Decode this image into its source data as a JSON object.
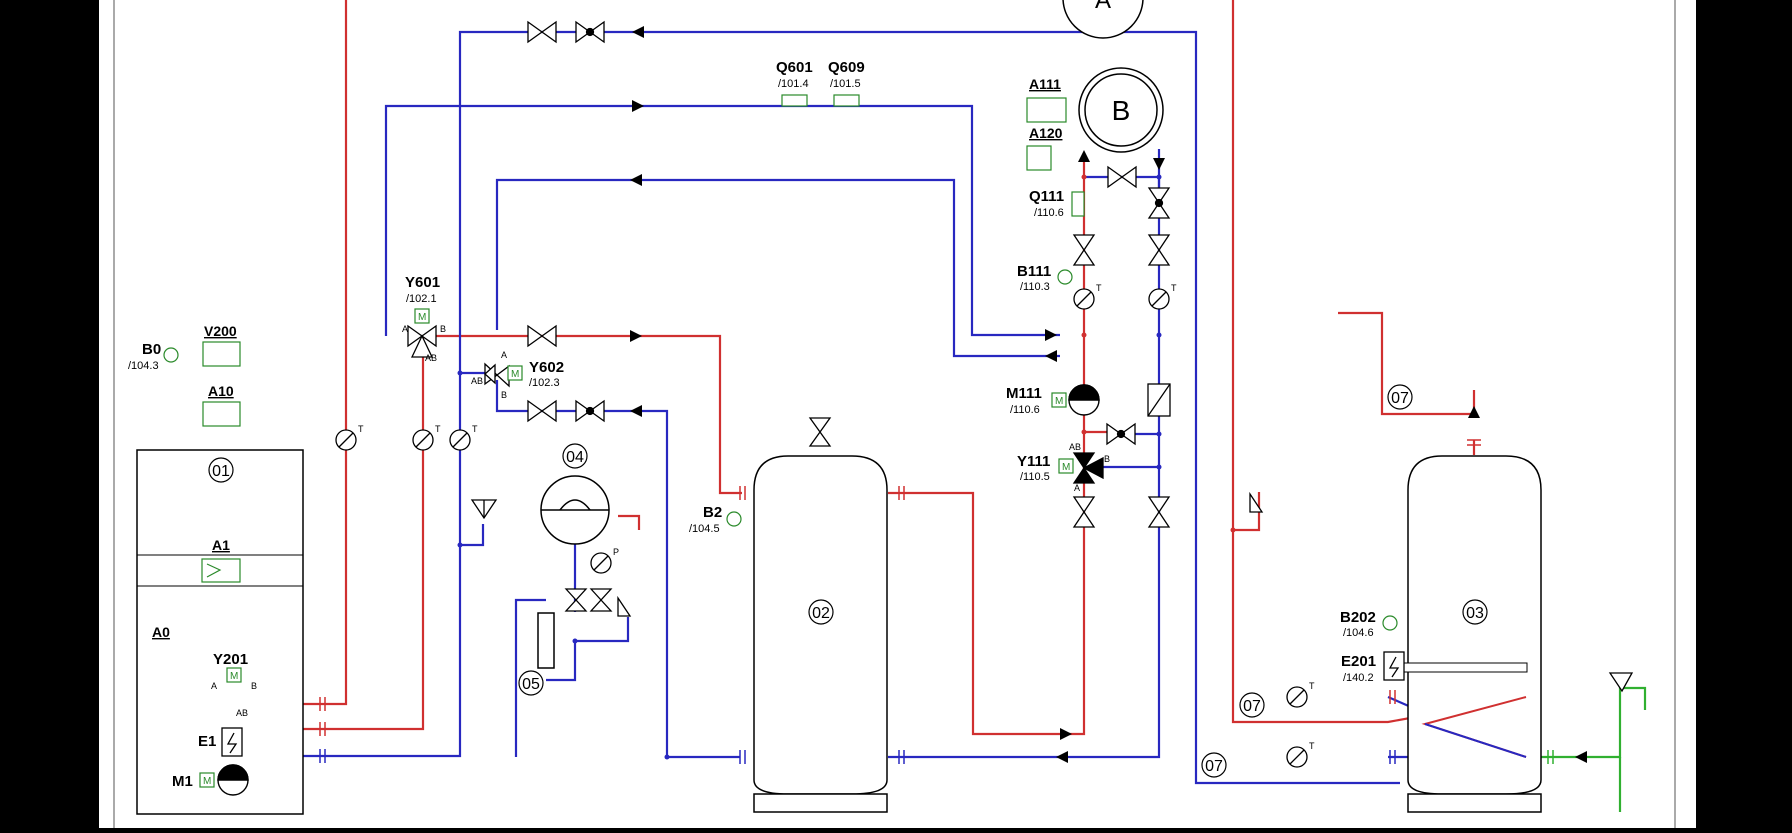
{
  "colors": {
    "background": "#000000",
    "sheet": "#ffffff",
    "supply": "#d03030",
    "return": "#2828c0",
    "cold_water": "#30b030",
    "equipment": "#000000",
    "module": "#2a8a2a"
  },
  "equipment": {
    "boiler": {
      "num": "01",
      "panel": "A1",
      "area": "A0",
      "valve": "Y201",
      "heater": "E1",
      "pump": "M1"
    },
    "buffer_tank": {
      "num": "02",
      "sensor": "B2",
      "sensor_ref": "/104.5"
    },
    "dhw_tank": {
      "num": "03",
      "sensor": "B202",
      "sensor_ref": "/104.6",
      "heater": "E201",
      "heater_ref": "/140.2"
    },
    "expansion_vessel": {
      "num": "04"
    },
    "fill_unit": {
      "num": "05"
    },
    "loop_labels": [
      "07",
      "07",
      "07"
    ],
    "consumer_a": "A",
    "consumer_b": "B"
  },
  "tags": {
    "b0": {
      "name": "B0",
      "ref": "/104.3"
    },
    "v200": "V200",
    "a10": "A10",
    "a111": "A111",
    "a120": "A120",
    "q601": {
      "name": "Q601",
      "ref": "/101.4"
    },
    "q609": {
      "name": "Q609",
      "ref": "/101.5"
    },
    "q111": {
      "name": "Q111",
      "ref": "/110.6"
    },
    "b111": {
      "name": "B111",
      "ref": "/110.3"
    },
    "m111": {
      "name": "M111",
      "ref": "/110.6"
    },
    "y111": {
      "name": "Y111",
      "ref": "/110.5"
    },
    "y601": {
      "name": "Y601",
      "ref": "/102.1"
    },
    "y602": {
      "name": "Y602",
      "ref": "/102.3"
    }
  },
  "symbols": {
    "module": "M",
    "temp": "T",
    "pressure": "P",
    "port_a": "A",
    "port_b": "B",
    "port_ab": "AB"
  }
}
